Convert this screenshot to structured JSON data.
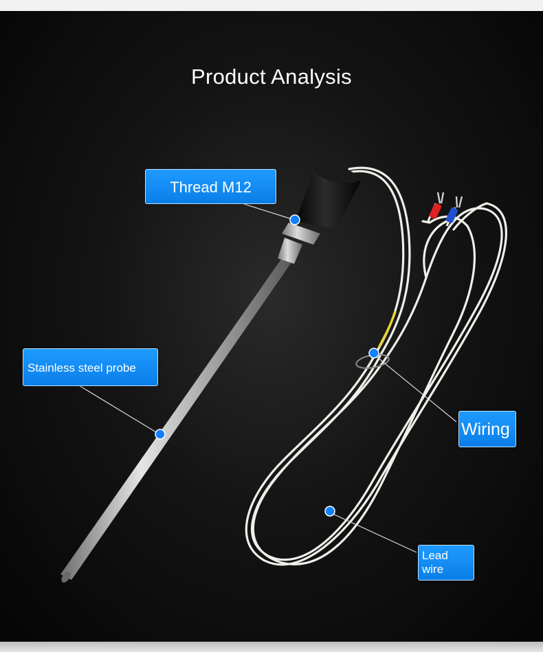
{
  "title": "Product Analysis",
  "labels": {
    "thread": "Thread M12",
    "probe": "Stainless steel probe",
    "wiring": "Wiring",
    "lead_line1": "Lead",
    "lead_line2": "wire"
  },
  "colors": {
    "label_blue": "#0a86f0",
    "background": "#0b0b0b",
    "wire": "#f2f2ee",
    "probe_steel": "#b8b8b8",
    "terminal_red": "#e02020",
    "terminal_blue": "#2050d0",
    "wire_yellow": "#e8d23a"
  },
  "icons": [
    "callout-dot-icon"
  ]
}
